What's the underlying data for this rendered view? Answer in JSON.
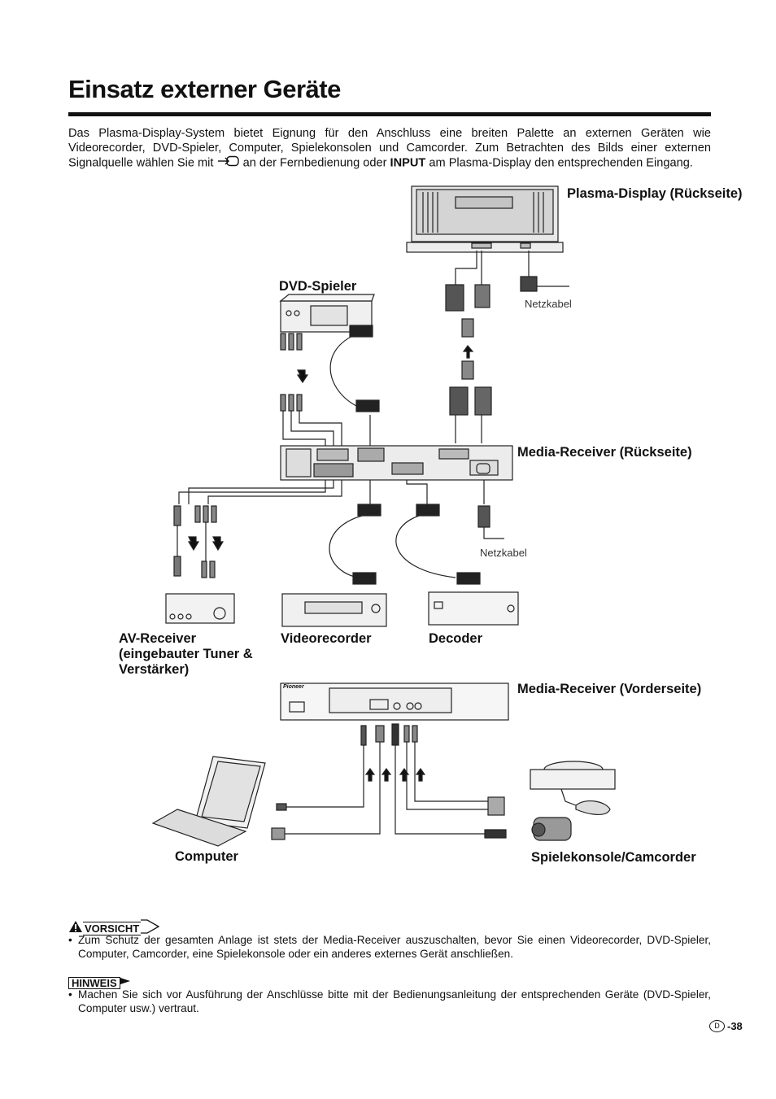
{
  "page": {
    "title": "Einsatz externer Geräte",
    "intro": {
      "part1": "Das Plasma-Display-System bietet Eignung für den Anschluss eine breiten Palette an externen Geräten wie Videorecorder, DVD-Spieler, Computer, Spielekonsolen und Camcorder. Zum Betrachten des Bilds einer externen Signalquelle wählen Sie mit ",
      "part2": " an der Fernbedienung oder ",
      "input_word": "INPUT",
      "part3": " am Plasma-Display den entsprechenden Eingang."
    }
  },
  "diagram": {
    "plasma_label": "Plasma-Display (Rückseite)",
    "dvd_label": "DVD-Spieler",
    "netzkabel_1": "Netzkabel",
    "media_rear_label": "Media-Receiver (Rückseite)",
    "netzkabel_2": "Netzkabel",
    "av_receiver_label": "AV-Receiver (eingebauter Tuner & Verstärker)",
    "videorecorder_label": "Videorecorder",
    "decoder_label": "Decoder",
    "media_front_label": "Media-Receiver (Vorderseite)",
    "computer_label": "Computer",
    "console_label": "Spielekonsole/Camcorder",
    "pioneer_logo": "Pioneer"
  },
  "caution": {
    "tag": "VORSICHT",
    "bullet": "•",
    "text": "Zum Schutz der gesamten Anlage ist stets der Media-Receiver auszuschalten, bevor Sie einen Videorecorder, DVD-Spieler, Computer, Camcorder, eine Spielekonsole oder ein anderes externes Gerät anschließen."
  },
  "note": {
    "tag": "HINWEIS",
    "bullet": "•",
    "text": "Machen Sie sich vor Ausführung der Anschlüsse bitte mit der Bedienungsanleitung der entsprechenden Geräte (DVD-Spieler, Computer usw.) vertraut."
  },
  "footer": {
    "region_mark": "D",
    "page_number": "-38"
  },
  "icons": [
    "input-source-icon",
    "warning-triangle-icon",
    "arrow-icon"
  ]
}
